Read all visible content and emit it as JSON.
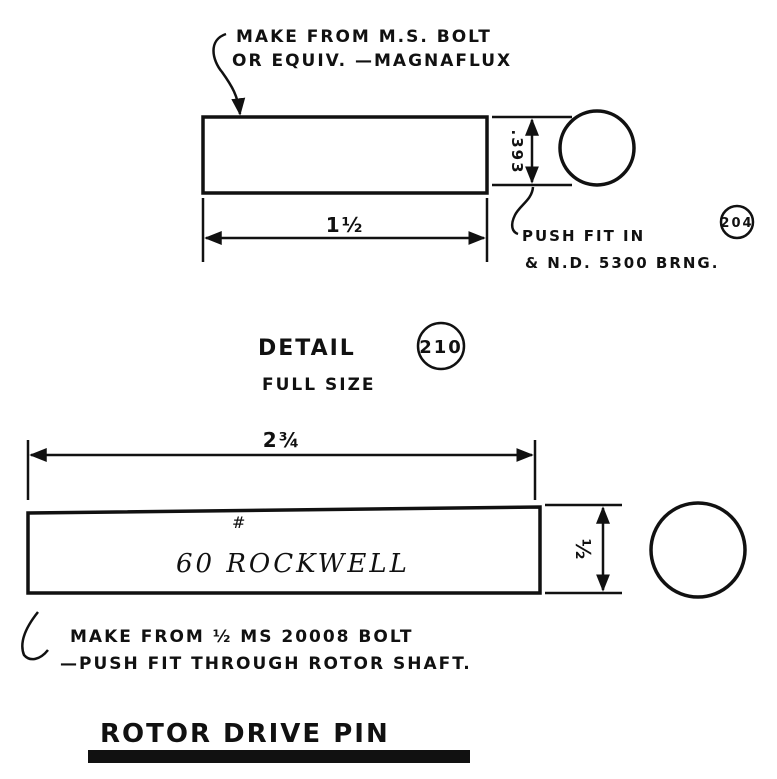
{
  "top_part": {
    "note_line1": "MAKE FROM M.S. BOLT",
    "note_line2": "OR EQUIV. —MAGNAFLUX",
    "diameter_dim": ".393",
    "length_dim": "1½",
    "fit_note_line1": "PUSH FIT IN",
    "fit_ref": "204",
    "fit_note_line2": "& N.D. 5300 BRNG."
  },
  "detail": {
    "label": "DETAIL",
    "number": "210",
    "scale": "FULL SIZE"
  },
  "bottom_part": {
    "length_dim": "2¾",
    "hardness_mark": "#",
    "hardness": "60 ROCKWELL",
    "diameter_dim": "½",
    "note_line1": "MAKE FROM ½ MS 20008 BOLT",
    "note_line2": "—PUSH FIT THROUGH ROTOR SHAFT."
  },
  "title": "ROTOR DRIVE PIN"
}
